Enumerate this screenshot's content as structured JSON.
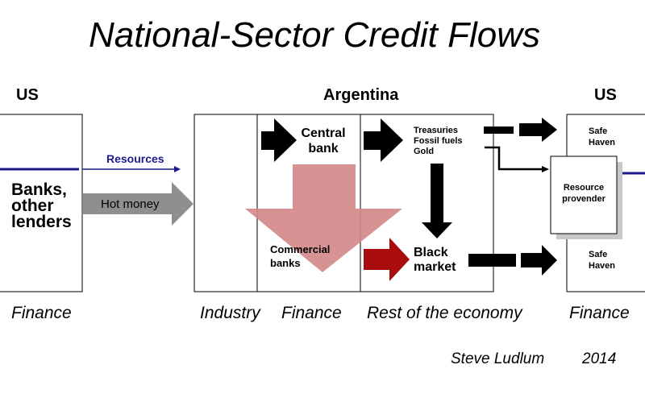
{
  "title": "National-Sector Credit Flows",
  "regions": {
    "left": "US",
    "center": "Argentina",
    "right": "US"
  },
  "panel_labels": {
    "finance_left": "Finance",
    "industry": "Industry",
    "finance_center": "Finance",
    "rest": "Rest of the economy",
    "finance_right": "Finance"
  },
  "nodes": {
    "banks": [
      "Banks,",
      "other",
      "lenders"
    ],
    "central_bank": [
      "Central",
      "bank"
    ],
    "commercial_banks": [
      "Commercial",
      "banks"
    ],
    "assets": [
      "Treasuries",
      "Fossil fuels",
      "Gold"
    ],
    "black_market": [
      "Black",
      "market"
    ],
    "safe_haven_top": [
      "Safe",
      "Haven"
    ],
    "safe_haven_bottom": [
      "Safe",
      "Haven"
    ],
    "resource_provender": [
      "Resource",
      "provender"
    ]
  },
  "flows": {
    "resources": "Resources",
    "hot_money": "Hot money"
  },
  "credit": {
    "author": "Steve Ludlum",
    "year": "2014"
  },
  "colors": {
    "resources_line": "#1a1a8c",
    "hot_money_arrow": "#8f8f8f",
    "big_down_arrow": "#d48a8a",
    "red_arrow": "#a80c0c",
    "black": "#000000"
  }
}
